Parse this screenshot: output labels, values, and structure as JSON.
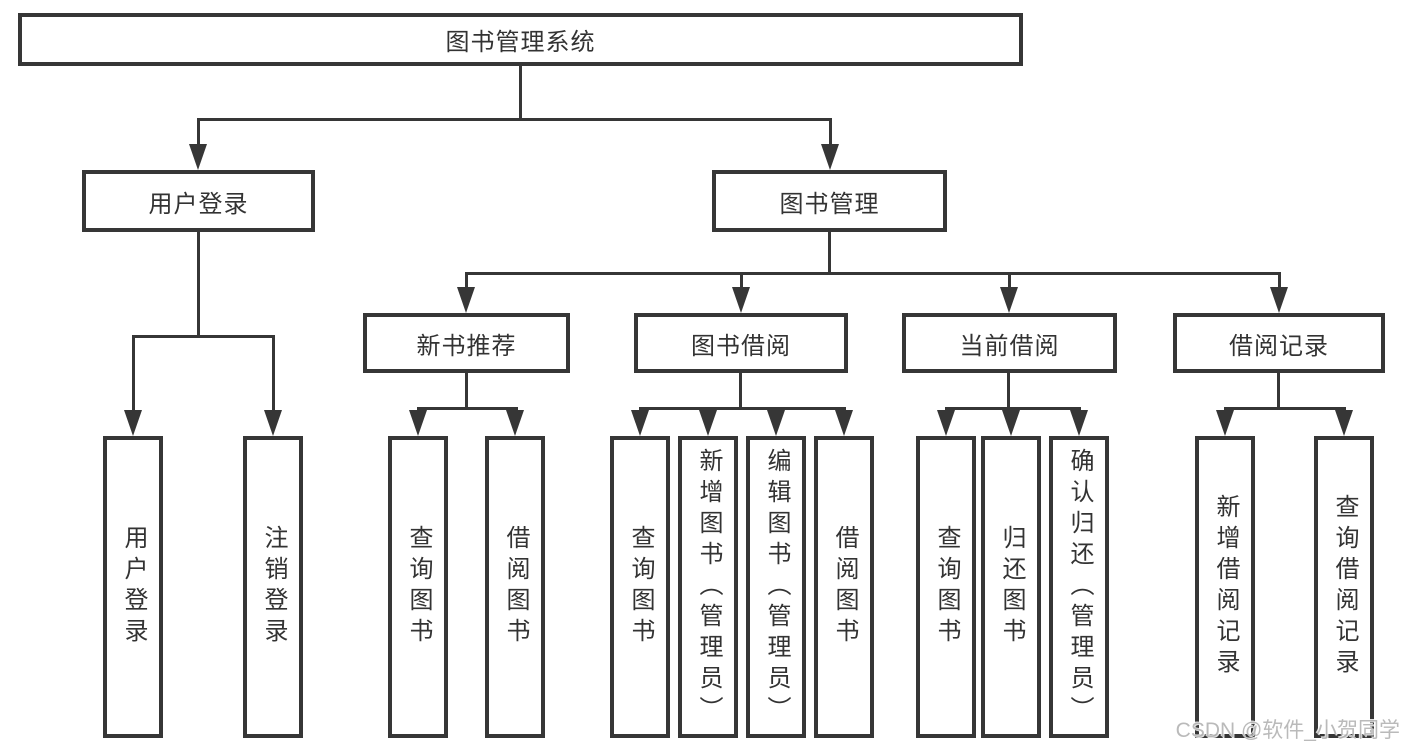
{
  "tree": {
    "root": "图书管理系统",
    "user": {
      "label": "用户登录",
      "children": [
        "用户登录",
        "注销登录"
      ]
    },
    "management": {
      "label": "图书管理",
      "groups": [
        {
          "label": "新书推荐",
          "children": [
            "查询图书",
            "借阅图书"
          ]
        },
        {
          "label": "图书借阅",
          "children": [
            "查询图书",
            "新增图书（管理员）",
            "编辑图书（管理员）",
            "借阅图书"
          ]
        },
        {
          "label": "当前借阅",
          "children": [
            "查询图书",
            "归还图书",
            "确认归还（管理员）"
          ]
        },
        {
          "label": "借阅记录",
          "children": [
            "新增借阅记录",
            "查询借阅记录"
          ]
        }
      ]
    }
  },
  "watermark": "CSDN @软件_小贺同学",
  "colors": {
    "line": "#363636",
    "text": "#333333",
    "background": "#ffffff",
    "watermark": "#b6b6b6"
  }
}
